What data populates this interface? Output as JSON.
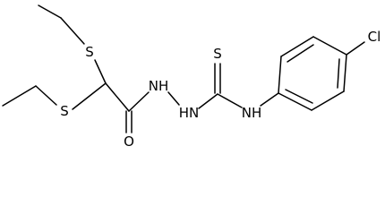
{
  "molecule": {
    "labels": {
      "s_top": "S",
      "s_bottom": "S",
      "nh_left": "NH",
      "hn_middle": "HN",
      "o": "O",
      "s_thio": "S",
      "nh_right": "NH",
      "cl": "Cl"
    },
    "colors": {
      "bond": "#000000",
      "label": "#000000",
      "background": "#ffffff"
    }
  }
}
